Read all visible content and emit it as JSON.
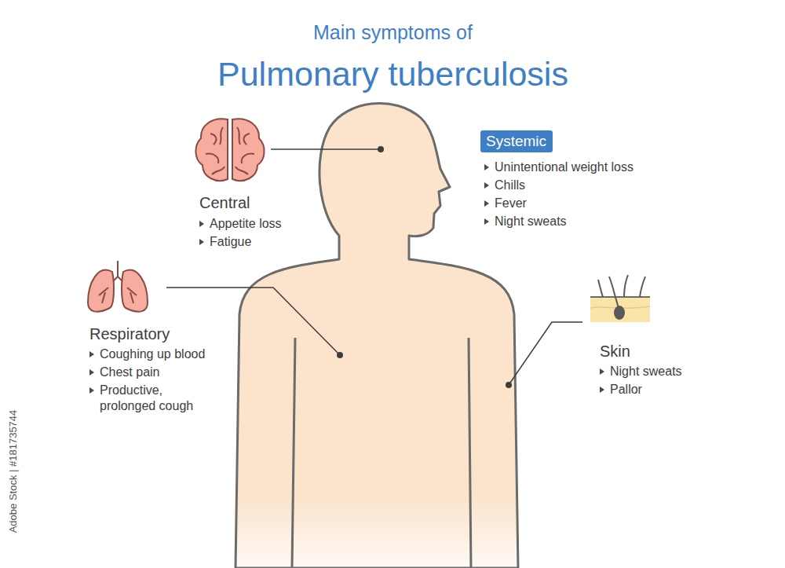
{
  "diagram": {
    "title": "Main symptoms of",
    "nodes": [
      {
        "text": [
          "Systemic"
        ]
      }
    ],
    "labels": [
      "Pulmonary tuberculosis",
      "Central",
      "Appetite loss",
      "Fatigue",
      "Respiratory",
      "Coughing up blood",
      "Chest pain",
      "Productive, prolonged cough",
      "Unintentional weight loss",
      "Chills",
      "Fever",
      "Night sweats",
      "Skin",
      "Night sweats",
      "Pallor",
      "Adobe Stock | #181735744"
    ]
  }
}
